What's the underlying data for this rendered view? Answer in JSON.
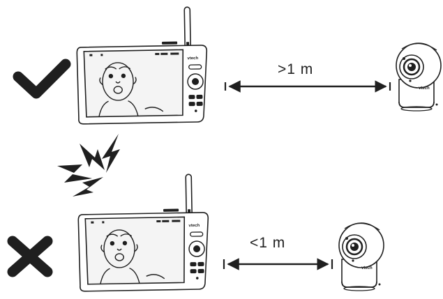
{
  "brand_text": "vtech",
  "correct": {
    "distance_label": ">1 m"
  },
  "incorrect": {
    "distance_label": "<1 m"
  },
  "colors": {
    "ink": "#1f1f1f",
    "screen": "#f4f4f4",
    "background": "#ffffff"
  },
  "icons": [
    "checkmark-icon",
    "cross-icon",
    "interference-icon",
    "baby-face-icon",
    "antenna-icon"
  ]
}
